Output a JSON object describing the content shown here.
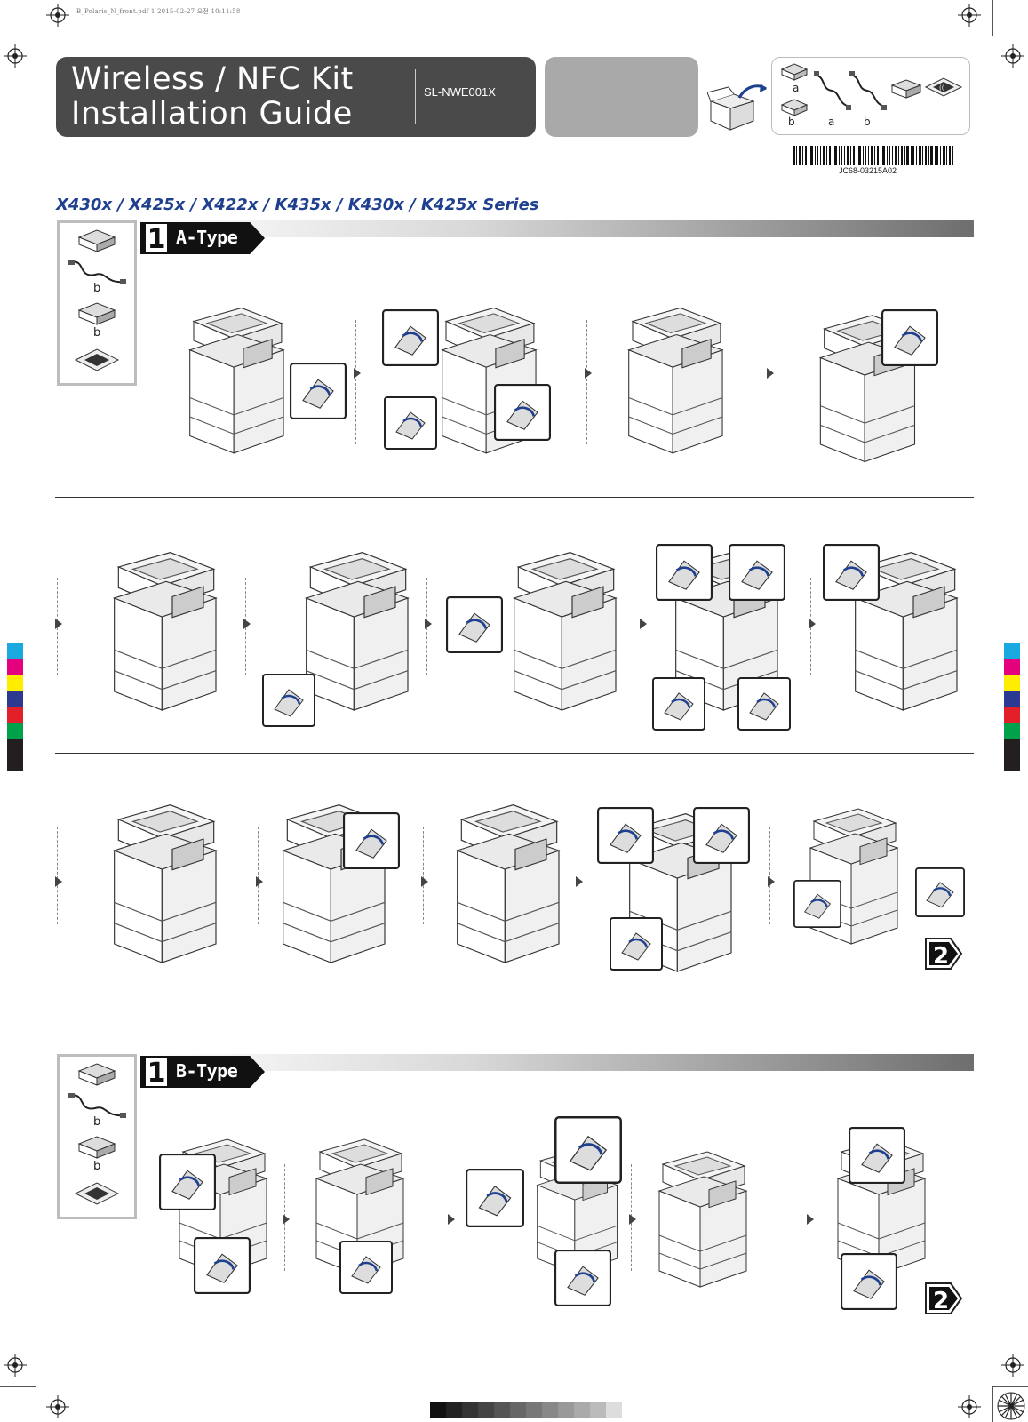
{
  "slug": "B_Polaris_N_front.pdf   1   2015-02-27   오전 10:11:58",
  "header": {
    "title": "Wireless / NFC Kit\nInstallation Guide",
    "model_code": "SL-NWE001X"
  },
  "contents": {
    "labels_top": [
      "a"
    ],
    "labels_bottom": [
      "b",
      "a",
      "b"
    ],
    "doc_code": "JC68-03215A02"
  },
  "series_title": "X430x / X425x / X422x / K435x / K430x / K425x Series",
  "section_a": {
    "step_number": "1",
    "type_label": "A-Type",
    "parts_label_b1": "b",
    "parts_label_b2": "b",
    "next_step": "2"
  },
  "section_b": {
    "step_number": "1",
    "type_label": "B-Type",
    "parts_label_b1": "b",
    "parts_label_b2": "b",
    "next_step": "2"
  },
  "colors": {
    "title_bg": "#4a4a4a",
    "series_blue": "#1f3f8f",
    "step_arrow_blue": "#1f3f8f",
    "cmyk_strip": [
      "#19a9e0",
      "#e5007e",
      "#ffed00",
      "#2b3990",
      "#e3202a",
      "#00a14b",
      "#231f20",
      "#231f20"
    ]
  },
  "icons": [
    "registration-mark",
    "printer-illustration",
    "screwdriver",
    "usb-cable",
    "wifi-module",
    "nfc-reader"
  ]
}
